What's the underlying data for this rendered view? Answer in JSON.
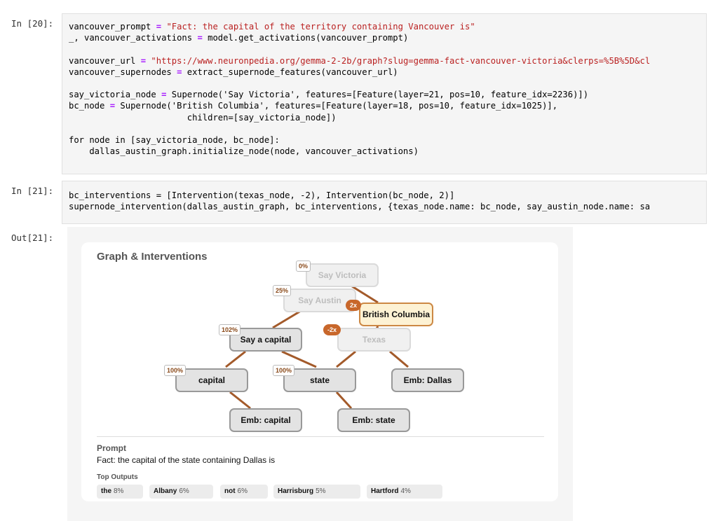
{
  "cells": {
    "in20": {
      "label": "In [20]:",
      "lines": [
        [
          "vancouver_prompt ",
          "= ",
          "\"Fact: the capital of the territory containing Vancouver is\""
        ],
        [
          "_, vancouver_activations ",
          "= ",
          "model.get_activations(vancouver_prompt)"
        ],
        [
          "vancouver_url ",
          "= ",
          "\"https://www.neuronpedia.org/gemma-2-2b/graph?slug=gemma-fact-vancouver-victoria&clerps=%5B%5D&cl"
        ],
        [
          "vancouver_supernodes ",
          "= ",
          "extract_supernode_features(vancouver_url)"
        ],
        [
          "say_victoria_node ",
          "= ",
          "Supernode('Say Victoria', features=[Feature(layer=21, pos=10, feature_idx=2236)])"
        ],
        [
          "bc_node ",
          "= ",
          "Supernode('British Columbia', features=[Feature(layer=18, pos=10, feature_idx=1025)],"
        ],
        [
          "                       children=[say_victoria_node])",
          "",
          ""
        ],
        [
          "for node in [say_victoria_node, bc_node]:",
          "",
          ""
        ],
        [
          "    dallas_austin_graph.initialize_node(node, vancouver_activations)",
          "",
          ""
        ]
      ]
    },
    "in21": {
      "label": "In [21]:",
      "line1": "bc_interventions = [Intervention(texas_node, -2), Intervention(bc_node, 2)]",
      "line2": "supernode_intervention(dallas_austin_graph, bc_interventions, {texas_node.name: bc_node, say_austin_node.name: sa"
    },
    "out21": {
      "label": "Out[21]:"
    }
  },
  "widget": {
    "title": "Graph & Interventions",
    "nodes": {
      "say_victoria": "Say Victoria",
      "say_austin": "Say Austin",
      "british_columbia": "British Columbia",
      "say_capital": "Say a capital",
      "texas": "Texas",
      "capital": "capital",
      "state": "state",
      "emb_dallas": "Emb: Dallas",
      "emb_capital": "Emb: capital",
      "emb_state": "Emb: state"
    },
    "percentages": {
      "say_victoria": "0%",
      "say_austin": "25%",
      "say_capital": "102%",
      "capital": "100%",
      "state": "100%"
    },
    "multipliers": {
      "british_columbia": "2x",
      "texas": "-2x"
    },
    "prompt_heading": "Prompt",
    "prompt_text": "Fact: the capital of the state containing Dallas is",
    "top_outputs_heading": "Top Outputs",
    "top_outputs": [
      {
        "token": "the",
        "prob": "8%"
      },
      {
        "token": "Albany",
        "prob": "6%"
      },
      {
        "token": "not",
        "prob": "6%"
      },
      {
        "token": "Harrisburg",
        "prob": "5%"
      },
      {
        "token": "Hartford",
        "prob": "4%"
      }
    ],
    "colors": {
      "edge": "#a35a2a",
      "multiplier": "#c8672b",
      "highlight_fill": "#fdf2d4"
    }
  }
}
